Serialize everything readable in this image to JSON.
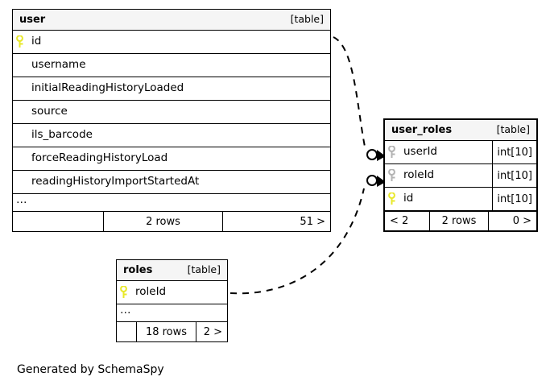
{
  "diagram": {
    "generator_caption": "Generated by SchemaSpy",
    "kind_label": "[table]",
    "ellipsis": "…",
    "icons": {
      "primary_key": "key-icon",
      "foreign_key": "key-icon"
    },
    "colors": {
      "primary_key": "#e8e82a",
      "foreign_key": "#b3b3b3",
      "header_background": "#f5f5f5",
      "border": "#000000",
      "canvas": "#ffffff"
    }
  },
  "tables": {
    "user": {
      "name": "user",
      "kind": "[table]",
      "columns": [
        {
          "name": "id",
          "key": "primary",
          "type": ""
        },
        {
          "name": "username",
          "key": "none",
          "type": ""
        },
        {
          "name": "initialReadingHistoryLoaded",
          "key": "none",
          "type": ""
        },
        {
          "name": "source",
          "key": "none",
          "type": ""
        },
        {
          "name": "ils_barcode",
          "key": "none",
          "type": ""
        },
        {
          "name": "forceReadingHistoryLoad",
          "key": "none",
          "type": ""
        },
        {
          "name": "readingHistoryImportStartedAt",
          "key": "none",
          "type": ""
        }
      ],
      "more_indicator": "…",
      "footer": {
        "parents": "",
        "rows": "2 rows",
        "children": "51 >"
      }
    },
    "user_roles": {
      "name": "user_roles",
      "kind": "[table]",
      "focal": true,
      "columns": [
        {
          "name": "userId",
          "key": "foreign",
          "type": "int[10]"
        },
        {
          "name": "roleId",
          "key": "foreign",
          "type": "int[10]"
        },
        {
          "name": "id",
          "key": "primary",
          "type": "int[10]"
        }
      ],
      "footer": {
        "parents": "< 2",
        "rows": "2 rows",
        "children": "0 >"
      }
    },
    "roles": {
      "name": "roles",
      "kind": "[table]",
      "columns": [
        {
          "name": "roleId",
          "key": "primary",
          "type": ""
        }
      ],
      "more_indicator": "…",
      "footer": {
        "parents": "",
        "rows": "18 rows",
        "children": "2 >"
      }
    }
  },
  "relationships": [
    {
      "from_table": "user",
      "from_column": "id",
      "to_table": "user_roles",
      "to_column": "userId",
      "style": "dashed",
      "end_marker": "circle-arrow"
    },
    {
      "from_table": "roles",
      "from_column": "roleId",
      "to_table": "user_roles",
      "to_column": "roleId",
      "style": "dashed",
      "end_marker": "circle-arrow"
    }
  ]
}
